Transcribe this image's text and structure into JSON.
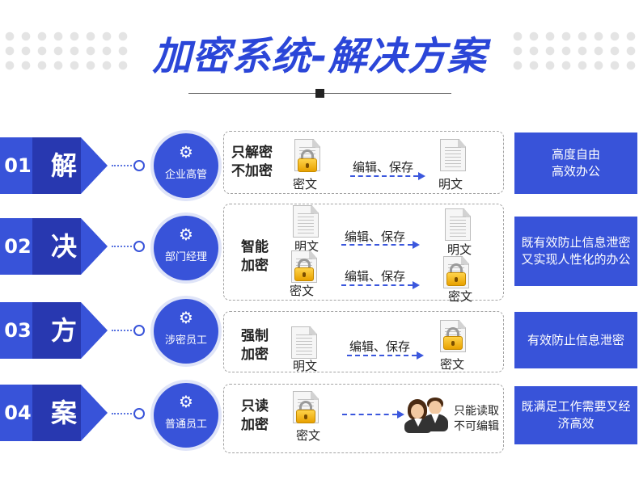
{
  "title": "加密系统-解决方案",
  "rows": [
    {
      "num": "01",
      "char": "解",
      "role": "企业高管",
      "mode_lines": [
        "只解密",
        "不加密"
      ],
      "flow": [
        {
          "from": "密文",
          "action": "编辑、保存",
          "to": "明文"
        }
      ],
      "result": "高度自由\n高效办公"
    },
    {
      "num": "02",
      "char": "决",
      "role": "部门经理",
      "mode_lines": [
        "智能",
        "加密"
      ],
      "flow": [
        {
          "from": "明文",
          "action": "编辑、保存",
          "to": "明文"
        },
        {
          "from": "密文",
          "action": "编辑、保存",
          "to": "密文"
        }
      ],
      "result": "既有效防止信息泄密又实现人性化的办公"
    },
    {
      "num": "03",
      "char": "方",
      "role": "涉密员工",
      "mode_lines": [
        "强制",
        "加密"
      ],
      "flow": [
        {
          "from": "明文",
          "action": "编辑、保存",
          "to": "密文"
        }
      ],
      "result": "有效防止信息泄密"
    },
    {
      "num": "04",
      "char": "案",
      "role": "普通员工",
      "mode_lines": [
        "只读",
        "加密"
      ],
      "flow": [
        {
          "from": "密文",
          "action": "",
          "to": ""
        }
      ],
      "readonly_lines": [
        "只能读取",
        "不可编辑"
      ],
      "result": "既满足工作需要又经济高效"
    }
  ],
  "icons": {
    "role_icon": "gear-icon",
    "cipher_icon": "locked-document-icon",
    "plain_icon": "document-icon",
    "users_icon": "users-icon"
  },
  "colors": {
    "primary": "#3853d9",
    "primary_dark": "#2838b0",
    "title": "#2b46d8",
    "arrow": "#3b57dd",
    "lock": "#f2b200"
  }
}
